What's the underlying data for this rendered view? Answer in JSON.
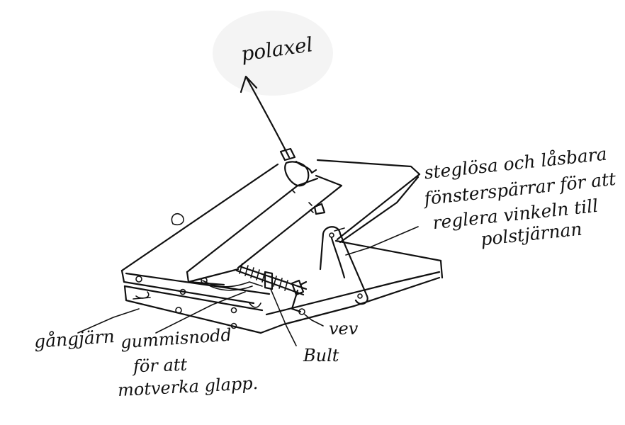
{
  "labels": {
    "polaxel": "polaxel",
    "stegl_line1": "steglösa och låsbara",
    "stegl_line2": "fönsterspärrar för att",
    "stegl_line3": "reglera vinkeln till",
    "stegl_line4": "polstjärnan",
    "gangjarn": "gångjärn",
    "gummi_line1": "gummisnodd",
    "gummi_line2": "för att",
    "gummi_line3": "motverka glapp.",
    "vev": "vev",
    "bult": "Bult"
  }
}
